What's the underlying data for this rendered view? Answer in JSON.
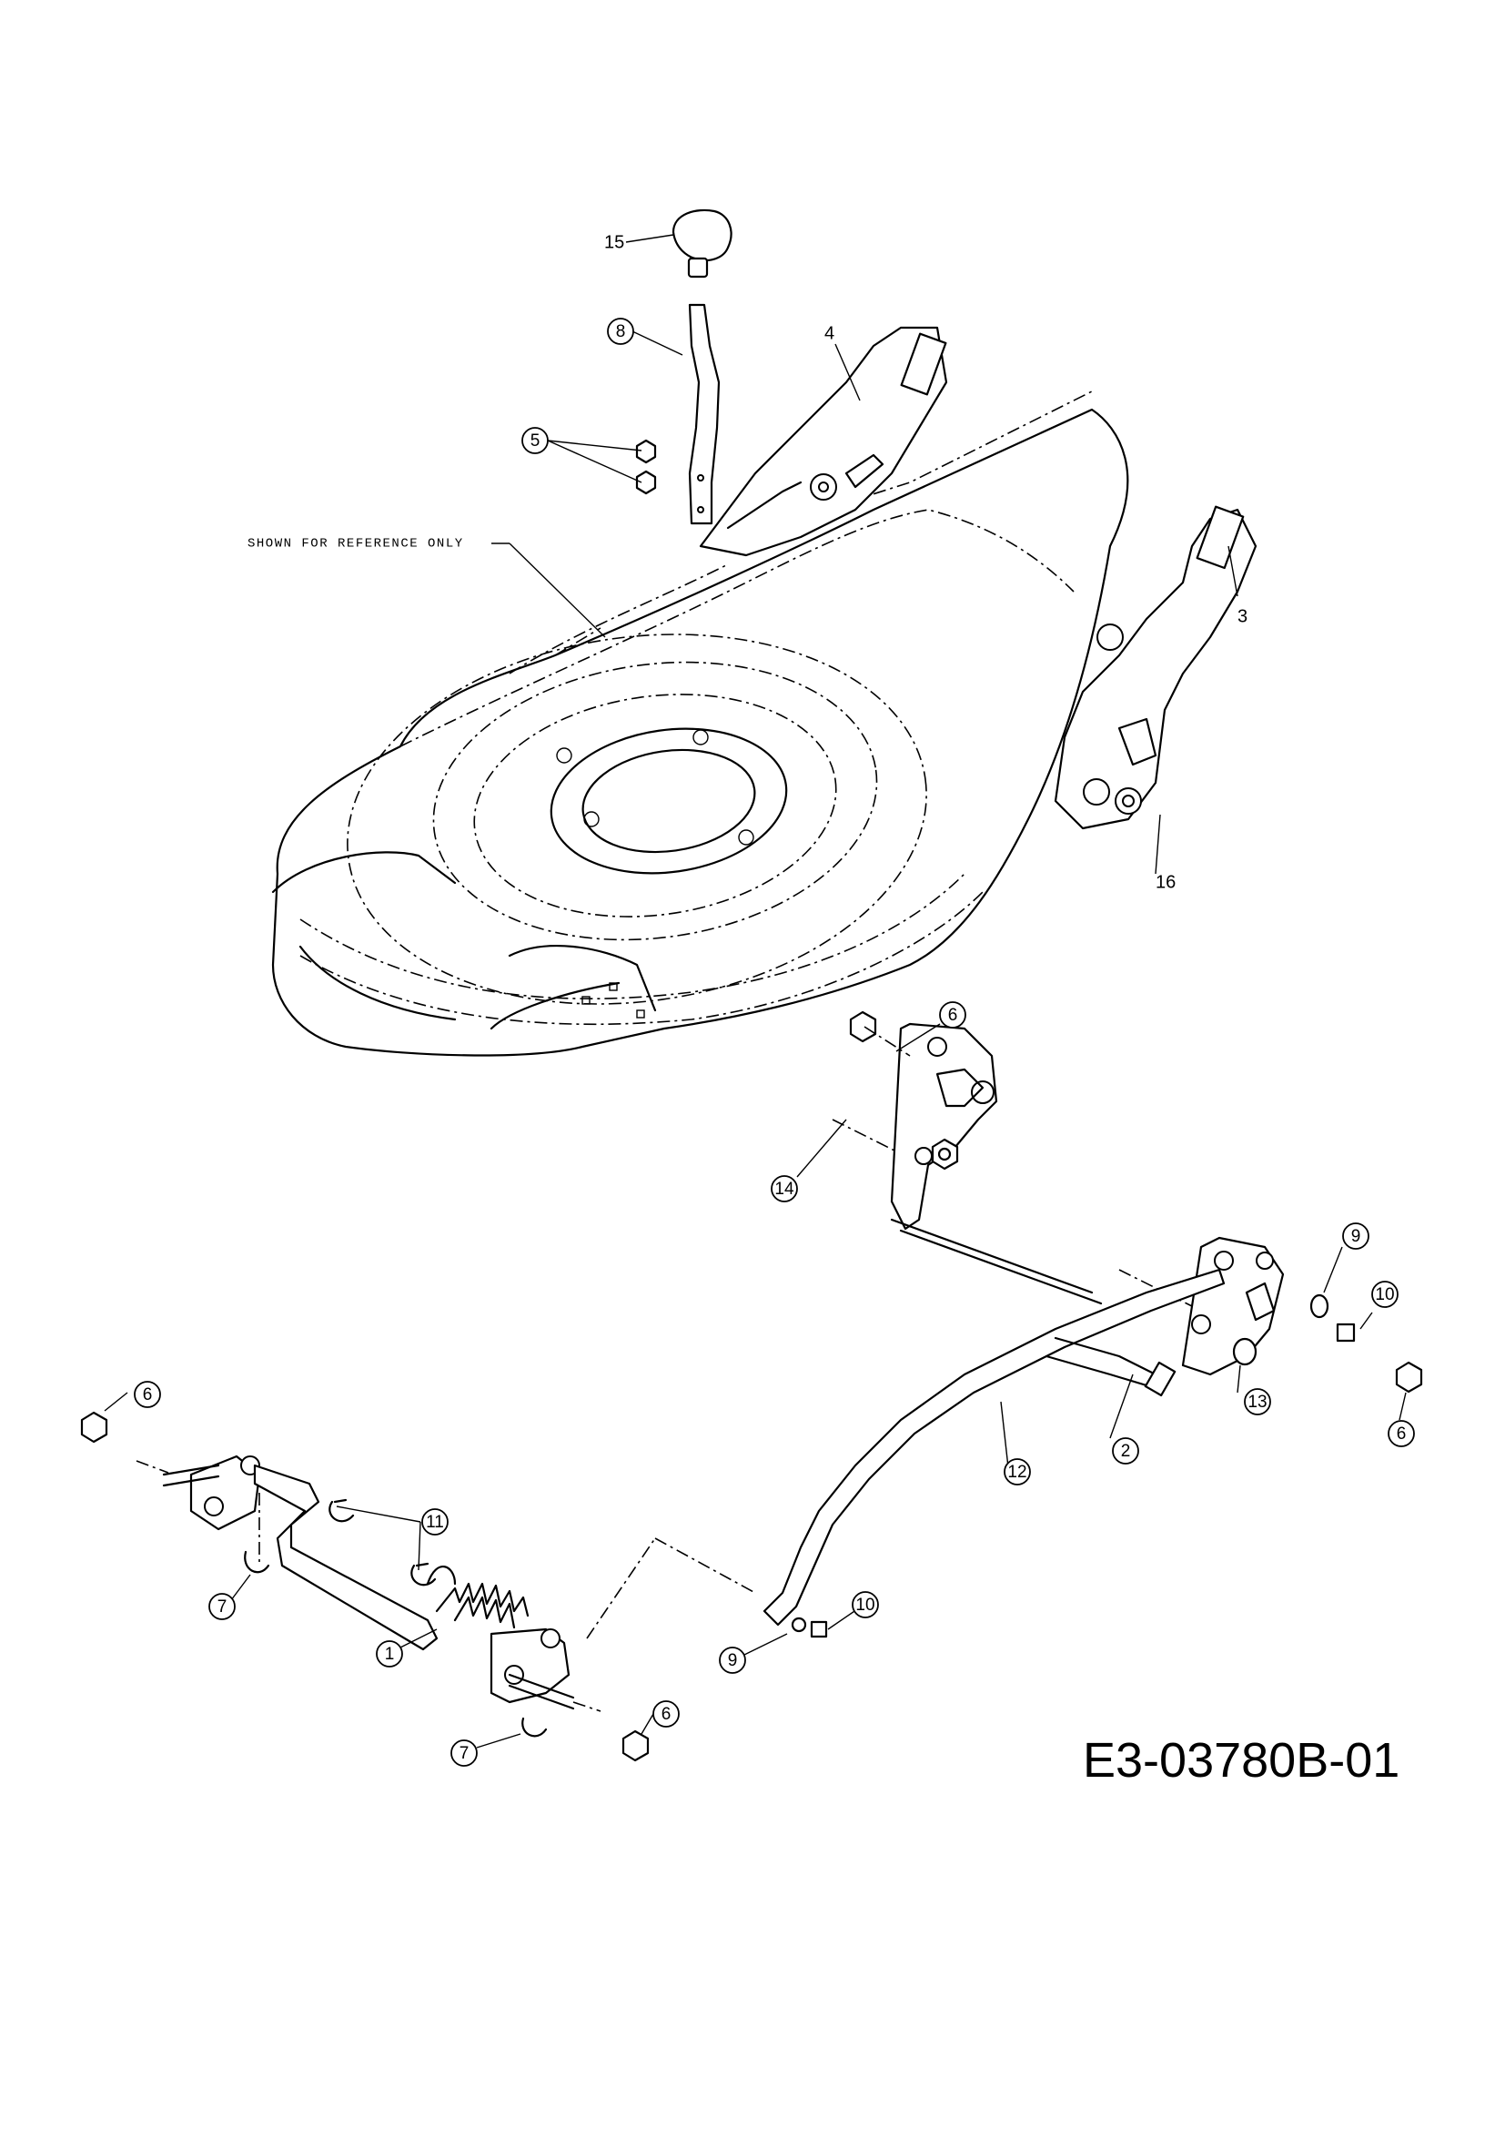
{
  "reference_note": "SHOWN FOR REFERENCE ONLY",
  "drawing_code": "E3-03780B-01",
  "callouts": {
    "c15": "15",
    "c8": "8",
    "c4": "4",
    "c5": "5",
    "c3": "3",
    "c16": "16",
    "c6a": "6",
    "c14": "14",
    "c9a": "9",
    "c10a": "10",
    "c13": "13",
    "c6b": "6",
    "c2": "2",
    "c12": "12",
    "c6c": "6",
    "c11": "11",
    "c7a": "7",
    "c1": "1",
    "c10b": "10",
    "c9b": "9",
    "c6d": "6",
    "c7b": "7"
  }
}
